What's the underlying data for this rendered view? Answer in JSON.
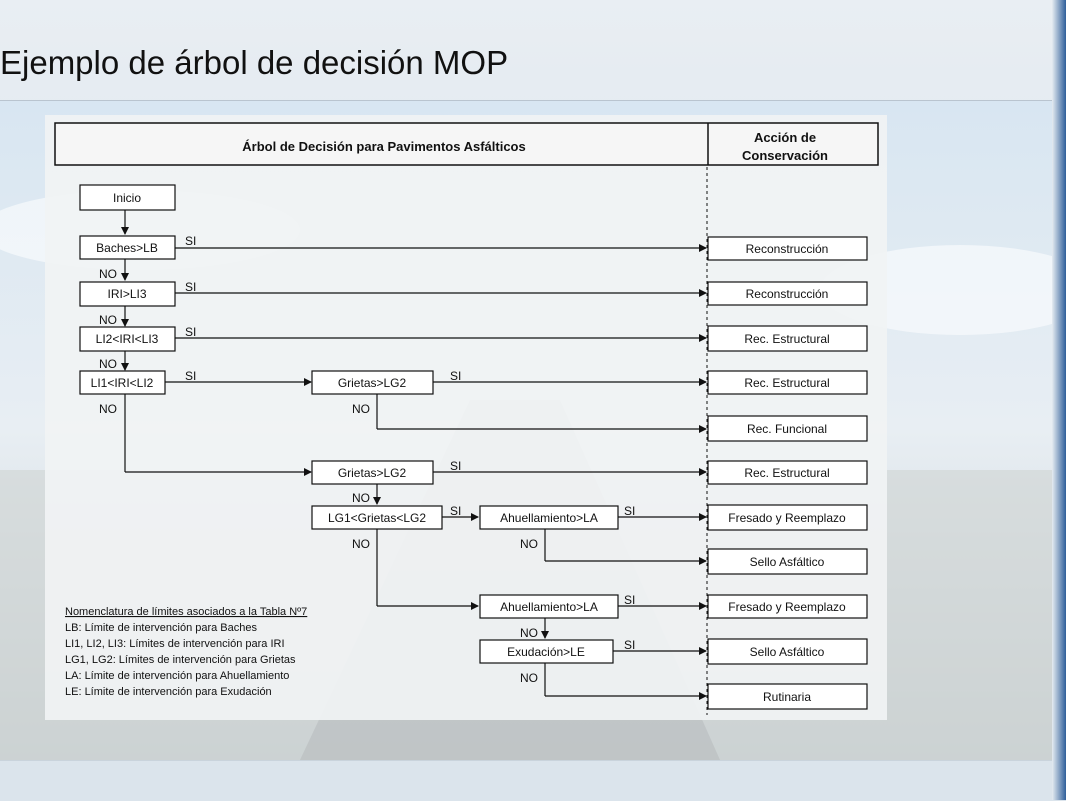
{
  "slide": {
    "title": "Ejemplo de árbol de decisión MOP"
  },
  "header": {
    "tree_title": "Árbol de Decisión para Pavimentos Asfálticos",
    "action_title_line1": "Acción de",
    "action_title_line2": "Conservación"
  },
  "nodes": {
    "inicio": "Inicio",
    "baches": "Baches>LB",
    "iri_li3": "IRI>LI3",
    "li2_iri_li3": "LI2<IRI<LI3",
    "li1_iri_li2": "LI1<IRI<LI2",
    "grietas_a": "Grietas>LG2",
    "grietas_b": "Grietas>LG2",
    "lg1_grietas_lg2": "LG1<Grietas<LG2",
    "ahuell_a": "Ahuellamiento>LA",
    "ahuell_b": "Ahuellamiento>LA",
    "exudacion": "Exudación>LE"
  },
  "actions": [
    "Reconstrucción",
    "Reconstrucción",
    "Rec. Estructural",
    "Rec. Estructural",
    "Rec. Funcional",
    "Rec. Estructural",
    "Fresado y Reemplazo",
    "Sello Asfáltico",
    "Fresado y Reemplazo",
    "Sello Asfáltico",
    "Rutinaria"
  ],
  "labels": {
    "yes": "SI",
    "no": "NO"
  },
  "legend": {
    "title": "Nomenclatura de límites asociados a la Tabla Nº7",
    "items": [
      "LB: Límite de intervención para Baches",
      "LI1, LI2, LI3: Límites de intervención para IRI",
      "LG1, LG2: Límites de intervención para Grietas",
      "LA: Límite de intervención para Ahuellamiento",
      "LE: Límite de intervención para Exudación"
    ]
  },
  "colors": {
    "line": "#111111",
    "box_fill": "#ffffff",
    "panel_fill": "#f1f3f4"
  }
}
